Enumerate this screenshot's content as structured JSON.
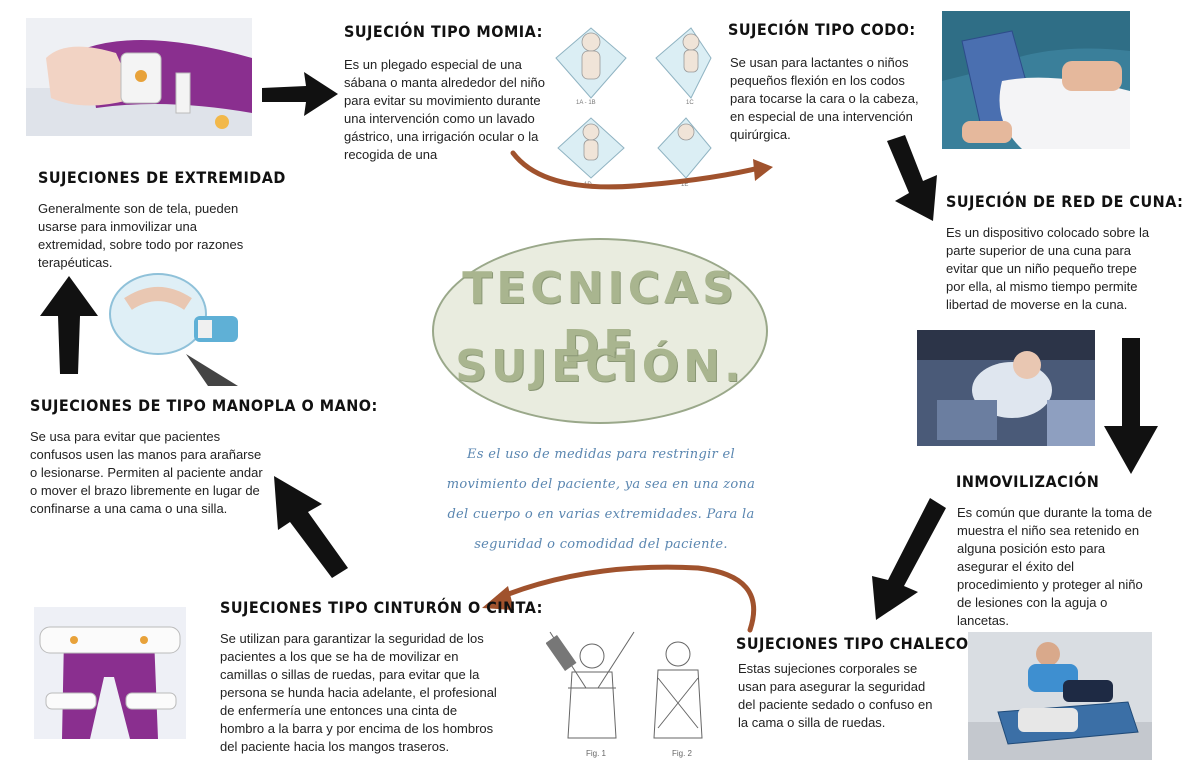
{
  "center": {
    "title_line1": "TECNICAS DE",
    "title_line2": "SUJECIÓN.",
    "description": "Es el uso de medidas para restringir el movimiento del paciente, ya sea en una zona del cuerpo o en varias extremidades. Para la seguridad o comodidad del paciente."
  },
  "momia": {
    "title": "SUJECIÓN TIPO MOMIA:",
    "text": "Es un plegado especial de una sábana o manta alrededor del niño para evitar su movimiento durante una intervención como un lavado gástrico, una irrigación ocular o la recogida de una",
    "figure_labels": [
      "1A - 1B",
      "1C",
      "1D",
      "1E"
    ]
  },
  "codo": {
    "title": "SUJECIÓN TIPO CODO:",
    "text": "Se usan para lactantes o niños pequeños flexión en los codos para tocarse la cara o la cabeza, en especial de una intervención quirúrgica."
  },
  "red_cuna": {
    "title": "SUJECIÓN DE RED DE CUNA:",
    "text": "Es un dispositivo colocado sobre la parte superior de una cuna para evitar que un niño pequeño trepe por ella, al mismo tiempo permite libertad de moverse en la cuna."
  },
  "inmovilizacion": {
    "title": "INMOVILIZACIÓN",
    "text": "Es común que durante la toma de muestra el niño sea retenido en alguna posición esto para asegurar el éxito del procedimiento y proteger al niño de lesiones con la aguja o lancetas."
  },
  "chaleco": {
    "title": "SUJECIONES TIPO CHALECO:",
    "text": "Estas sujeciones corporales se usan para asegurar la seguridad del paciente sedado o confuso en la cama o silla de ruedas.",
    "figure_labels": [
      "Fig. 1",
      "Fig. 2"
    ]
  },
  "cinturon": {
    "title": "SUJECIONES TIPO CINTURÓN O CINTA:",
    "text": "Se utilizan para garantizar la seguridad de los pacientes a los que se ha de movilizar en camillas o sillas de ruedas, para evitar que la persona se hunda hacia adelante, el profesional de enfermería une entonces una cinta de hombro a la barra y por encima de los hombros del paciente hacia los mangos traseros."
  },
  "manopla": {
    "title": "SUJECIONES DE TIPO MANOPLA O MANO:",
    "text": "Se usa para evitar que pacientes confusos usen las manos para arañarse o lesionarse. Permiten al paciente andar o mover el brazo libremente en lugar de confinarse a una cama o una silla."
  },
  "extremidad": {
    "title": "SUJECIONES DE EXTREMIDAD",
    "text": "Generalmente son de tela, pueden usarse para inmovilizar una extremidad, sobre todo por razones terapéuticas."
  },
  "colors": {
    "ellipse_fill": "#e9ecdf",
    "ellipse_title": "#a9b58f",
    "description_blue": "#5a86b0",
    "curve_brown": "#a0522d",
    "arrow_black": "#111111"
  }
}
